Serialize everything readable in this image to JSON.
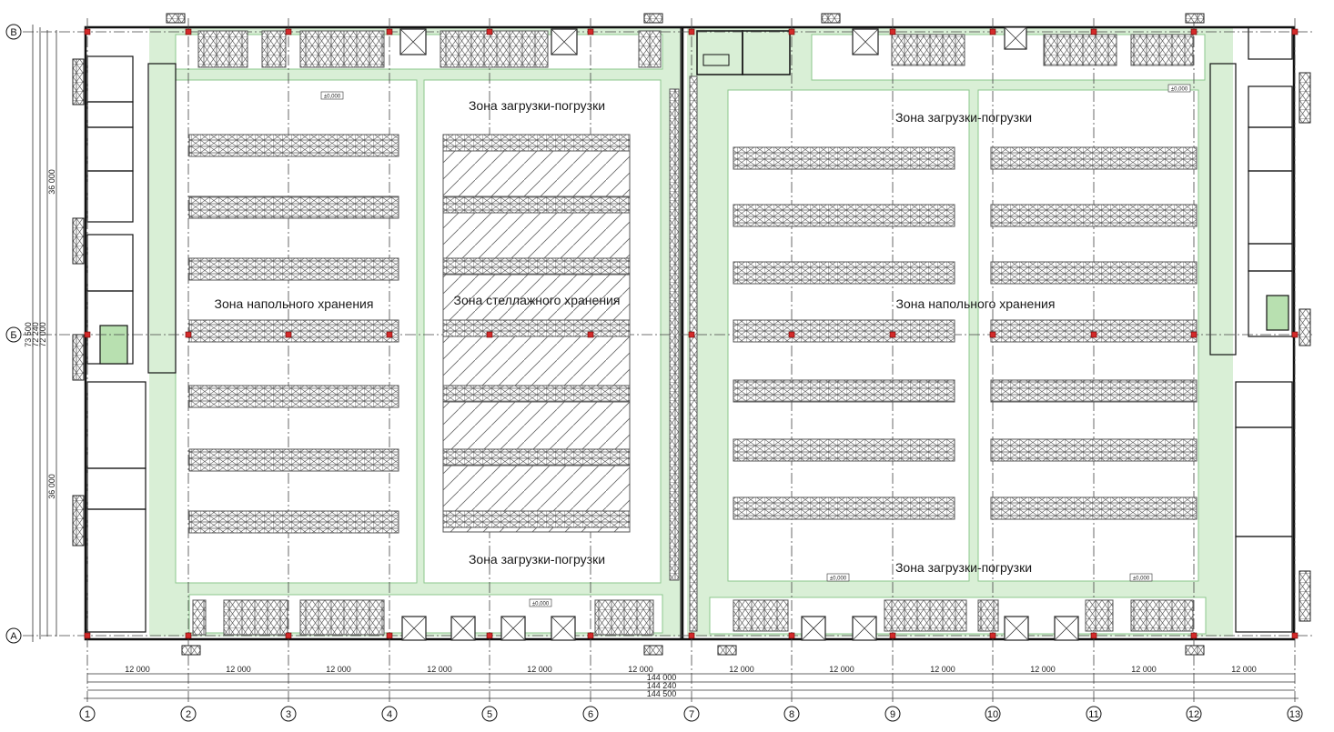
{
  "colors": {
    "corridor": "#d9efd6",
    "corridor_edge": "#7fbf7f",
    "wall": "#111111",
    "rack": "#555555",
    "column": "#d42a2a",
    "axis": "#444444"
  },
  "zones": {
    "left_floor_storage": "Зона напольного хранения",
    "rack_storage": "Зона стеллажного хранения",
    "left_loading_top": "Зона загрузки-погрузки",
    "left_loading_bottom": "Зона загрузки-погрузки",
    "right_loading_top": "Зона загрузки-погрузки",
    "right_floor_storage": "Зона напольного хранения",
    "right_loading_bottom": "Зона загрузки-погрузки"
  },
  "level_marks": [
    "±0,000",
    "±0,000",
    "±0,000",
    "±0,000",
    "±0,000"
  ],
  "axes": {
    "vertical": [
      "1",
      "2",
      "3",
      "4",
      "5",
      "6",
      "7",
      "8",
      "9",
      "10",
      "11",
      "12",
      "13"
    ],
    "horizontal": [
      "В",
      "Б",
      "А"
    ]
  },
  "dimensions": {
    "bay_spans": [
      "12 000",
      "12 000",
      "12 000",
      "12 000",
      "12 000",
      "12 000",
      "12 000",
      "12 000",
      "12 000",
      "12 000",
      "12 000",
      "12 000"
    ],
    "totals": [
      "144 000",
      "144 240",
      "144 500"
    ],
    "side_spans": [
      "36 000",
      "36 000"
    ],
    "side_totals": [
      "72 000",
      "72 240",
      "73 500"
    ]
  }
}
